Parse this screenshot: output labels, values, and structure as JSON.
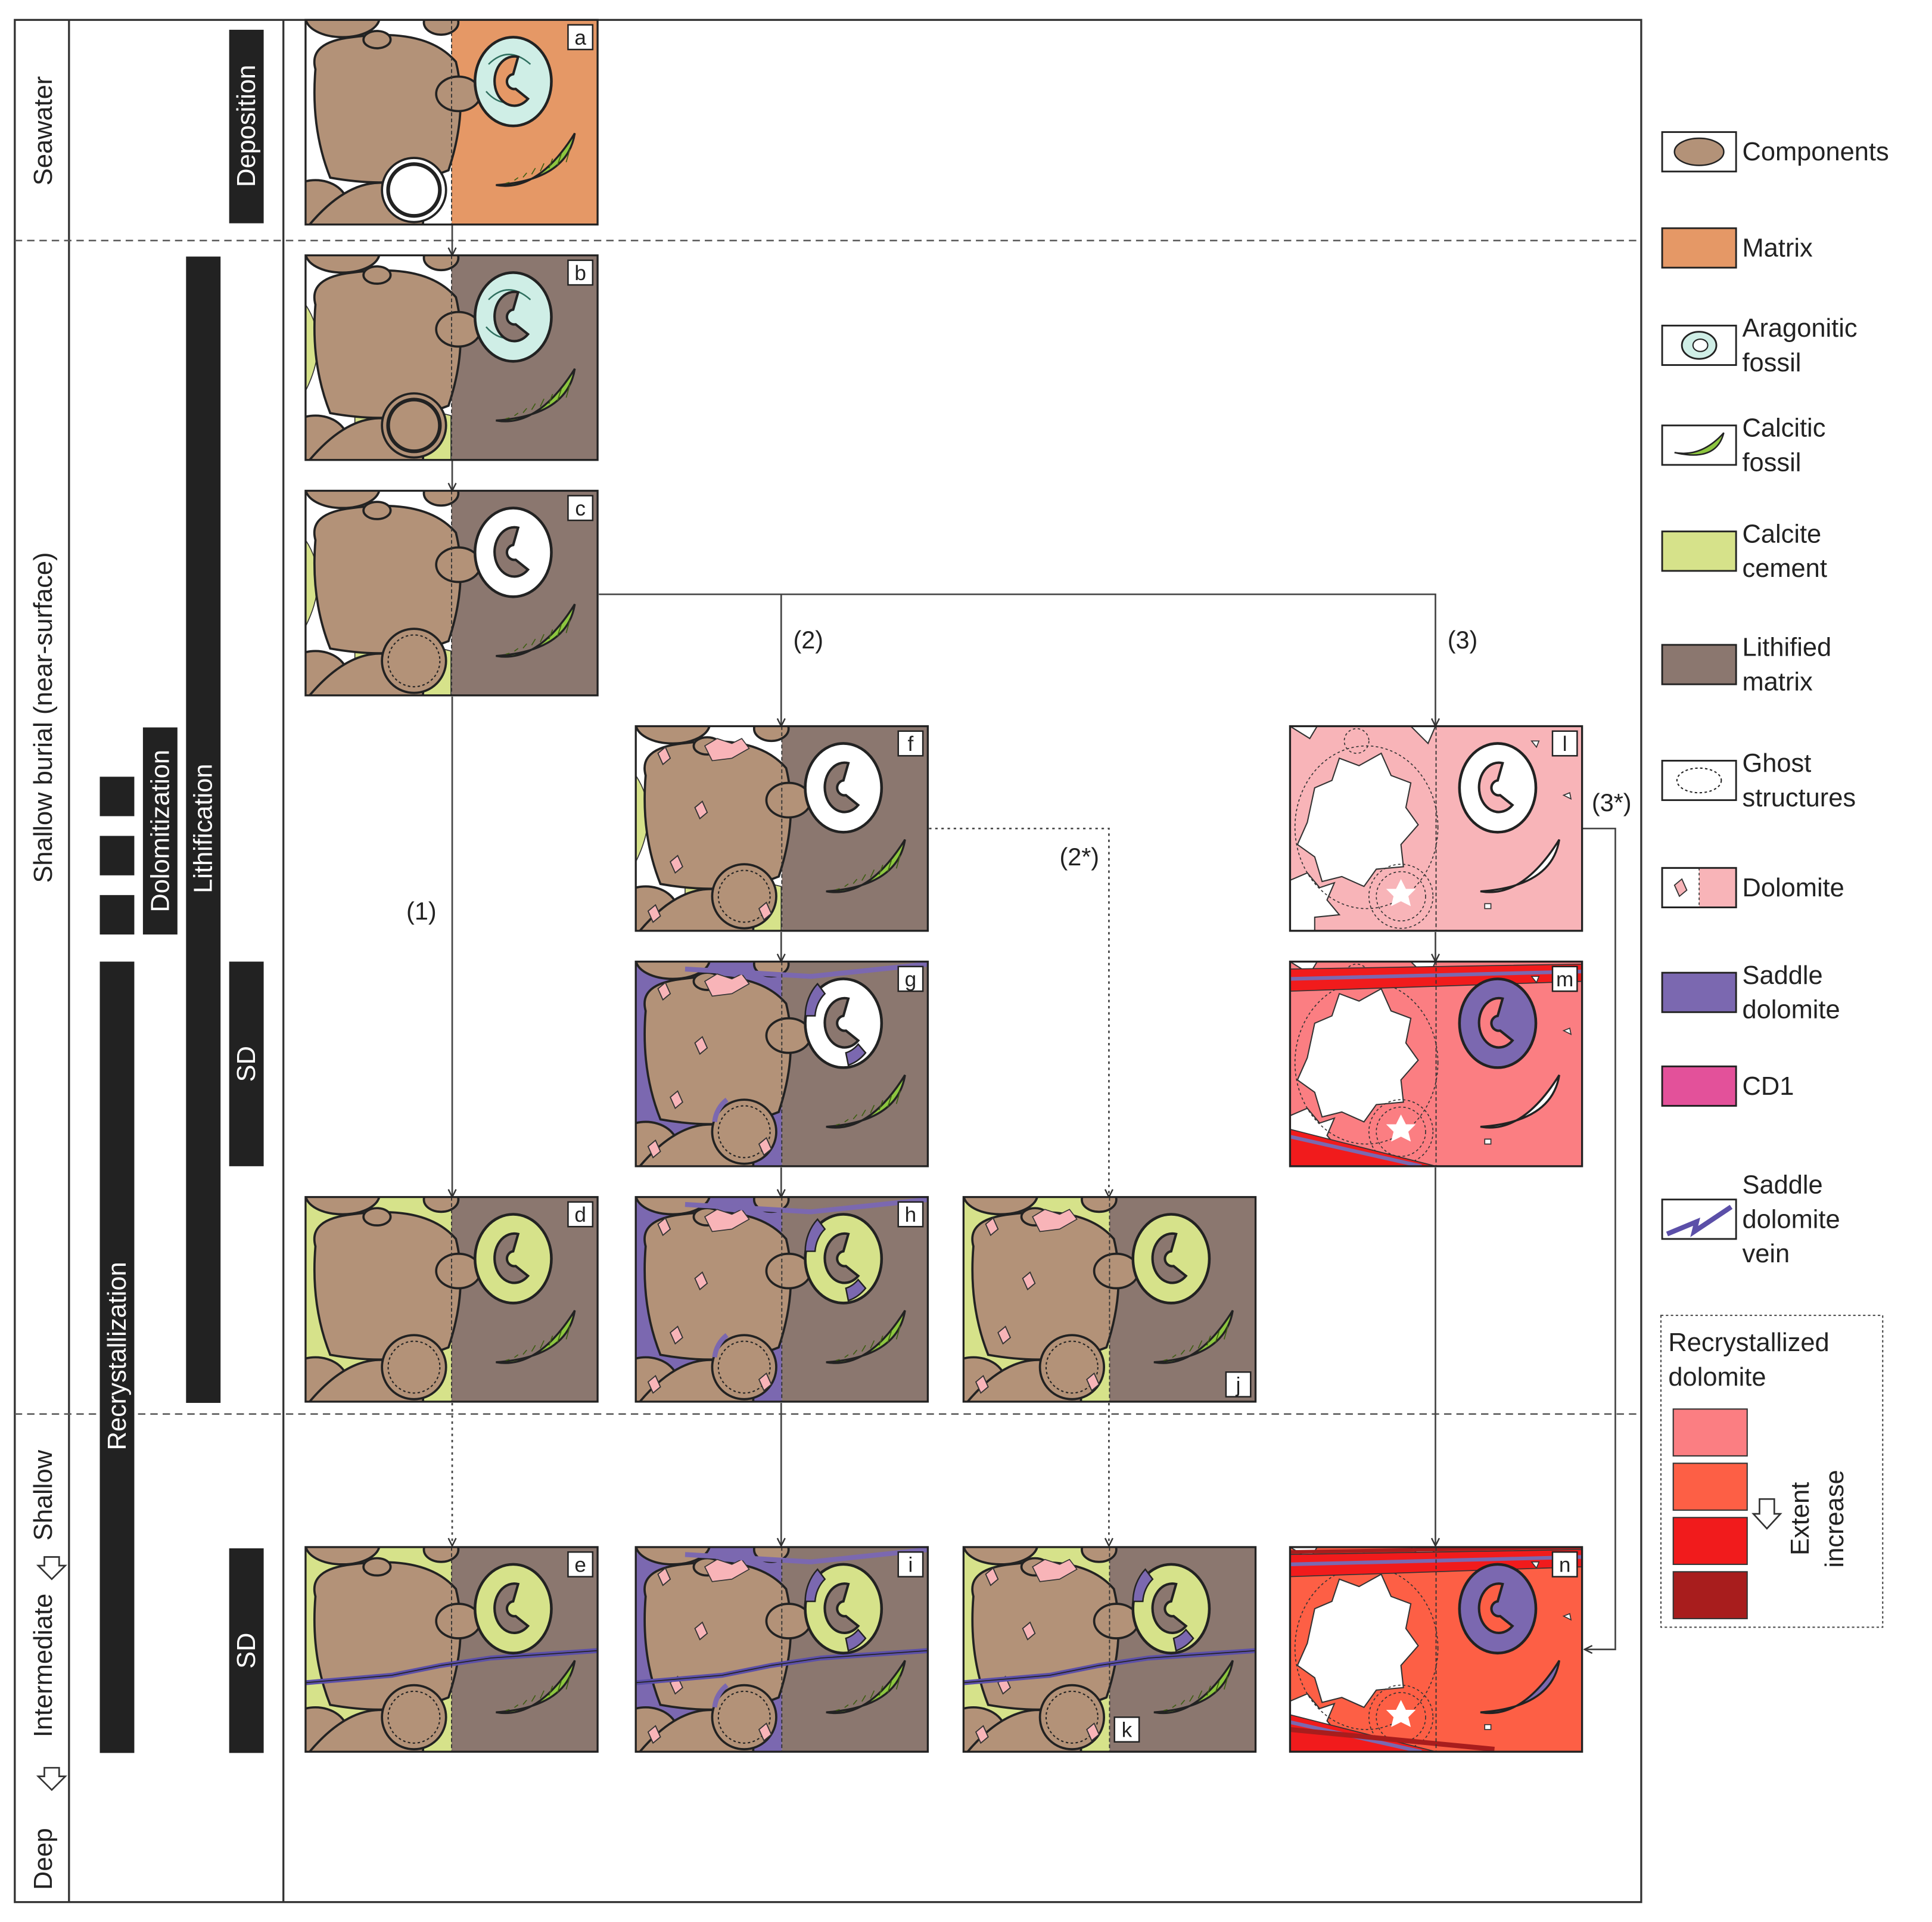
{
  "zones": {
    "seawater": "Seawater",
    "shallow_burial": "Shallow burial (near-surface)",
    "depth_scale": [
      "Deep",
      "Intermediate",
      "Shallow"
    ]
  },
  "processes": {
    "deposition": "Deposition",
    "lithification": "Lithification",
    "dolomitization": "Dolomitization",
    "recrystallization": "Recrystallization",
    "sd_upper": "SD",
    "sd_lower": "SD"
  },
  "panel_letters": [
    "a",
    "b",
    "c",
    "d",
    "e",
    "f",
    "g",
    "h",
    "i",
    "j",
    "k",
    "l",
    "m",
    "n"
  ],
  "pathways": {
    "p1": "(1)",
    "p2": "(2)",
    "p2_star": "(2*)",
    "p3": "(3)",
    "p3_star": "(3*)"
  },
  "legend": {
    "items": [
      {
        "key": "components",
        "lines": [
          "Components"
        ],
        "color": "#b39278"
      },
      {
        "key": "matrix",
        "lines": [
          "Matrix"
        ],
        "color": "#e59866"
      },
      {
        "key": "aragonitic_fossil",
        "lines": [
          "Aragonitic",
          "fossil"
        ],
        "color": "#cfeee6"
      },
      {
        "key": "calcitic_fossil",
        "lines": [
          "Calcitic",
          "fossil"
        ],
        "color": "#8dc63f"
      },
      {
        "key": "calcite_cement",
        "lines": [
          "Calcite",
          "cement"
        ],
        "color": "#d6e28a"
      },
      {
        "key": "lithified_matrix",
        "lines": [
          "Lithified",
          "matrix"
        ],
        "color": "#8b776f"
      },
      {
        "key": "ghost_structures",
        "lines": [
          "Ghost",
          "structures"
        ],
        "color": "#ffffff"
      },
      {
        "key": "dolomite",
        "lines": [
          "Dolomite"
        ],
        "color": "#f8b4b8"
      },
      {
        "key": "saddle_dolomite",
        "lines": [
          "Saddle",
          "dolomite"
        ],
        "color": "#7b68b0"
      },
      {
        "key": "cd1",
        "lines": [
          "CD1"
        ],
        "color": "#e3519a"
      },
      {
        "key": "saddle_dolomite_vein",
        "lines": [
          "Saddle",
          "dolomite",
          "vein"
        ],
        "color": "#5b4fa8"
      }
    ],
    "recrystallized_title": [
      "Recrystallized",
      "dolomite"
    ],
    "extent_label": [
      "Extent",
      "increase"
    ],
    "recrystallized_colors": [
      "#fb7e82",
      "#fd5f45",
      "#f11b1c",
      "#a81d1d"
    ]
  },
  "colors": {
    "components": "#b39278",
    "matrix": "#e59866",
    "aragonite": "#cfeee6",
    "calcitic_fossil": "#8dc63f",
    "calcite_cement": "#d6e28a",
    "lithified_matrix": "#8b776f",
    "dolomite": "#f8b4b8",
    "saddle_dolomite": "#7b68b0",
    "vein": "#5b4fa8",
    "recryst_1": "#fb7e82",
    "recryst_2": "#fd5f45",
    "recryst_3": "#f11b1c",
    "recryst_4": "#a81d1d"
  }
}
